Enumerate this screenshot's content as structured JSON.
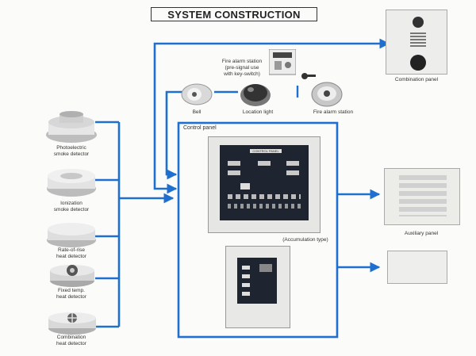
{
  "title": "SYSTEM CONSTRUCTION",
  "colors": {
    "wire": "#1f6fd0",
    "panel_body": "#e4e4e2",
    "panel_face": "#1e2530"
  },
  "detectors": [
    {
      "icon": "photoelectric-smoke-detector-icon",
      "label": "Photoelectric\nsmoke detector"
    },
    {
      "icon": "ionization-smoke-detector-icon",
      "label": "Ionization\nsmoke detector"
    },
    {
      "icon": "rate-of-rise-heat-detector-icon",
      "label": "Rate-of-rise\nheat detector"
    },
    {
      "icon": "fixed-temp-heat-detector-icon",
      "label": "Fixed temp.\nheat detector"
    },
    {
      "icon": "combination-heat-detector-icon",
      "label": "Combination\nheat detector"
    }
  ],
  "top_devices": {
    "station_prealarm": "Fire alarm station\n(pre-signal use\nwith key-switch)",
    "bell": "Bell",
    "location_light": "Location light",
    "fire_alarm_station": "Fire alarm station"
  },
  "control_panel": {
    "label": "Control panel",
    "badge": "CONTROL PANEL",
    "accumulation_label": "(Accumulation type)"
  },
  "outputs": {
    "combination_panel": "Combination panel",
    "auxiliary_panel": "Auxiliary panel"
  }
}
